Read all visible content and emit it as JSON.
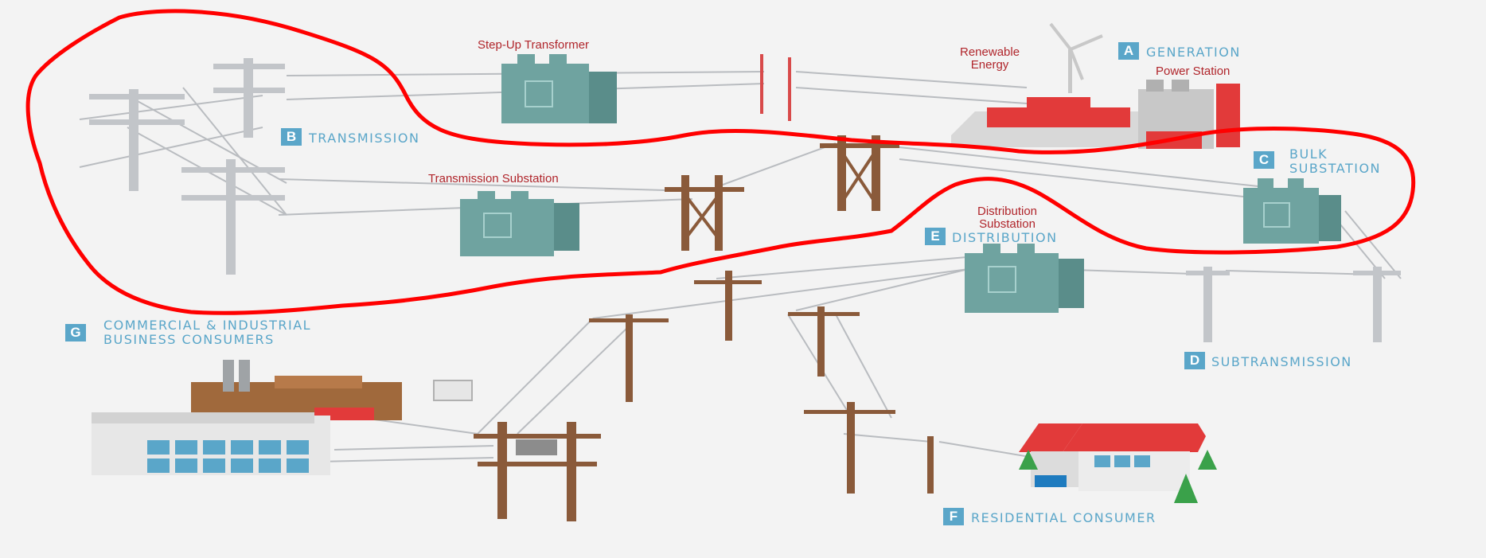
{
  "sections": {
    "a": {
      "letter": "A",
      "label": "GENERATION"
    },
    "b": {
      "letter": "B",
      "label": "TRANSMISSION"
    },
    "c": {
      "letter": "C",
      "label_line1": "BULK",
      "label_line2": "SUBSTATION"
    },
    "d": {
      "letter": "D",
      "label": "SUBTRANSMISSION"
    },
    "e": {
      "letter": "E",
      "label": "DISTRIBUTION"
    },
    "f": {
      "letter": "F",
      "label": "RESIDENTIAL CONSUMER"
    },
    "g": {
      "letter": "G",
      "label_line1": "COMMERCIAL & INDUSTRIAL",
      "label_line2": "BUSINESS CONSUMERS"
    }
  },
  "components": {
    "step_up": "Step-Up Transformer",
    "renewable_line1": "Renewable",
    "renewable_line2": "Energy",
    "power_station": "Power Station",
    "transmission_substation": "Transmission Substation",
    "distribution_line1": "Distribution",
    "distribution_line2": "Substation"
  },
  "colors": {
    "accent_blue": "#5aa6c9",
    "label_red": "#b0252b",
    "annotation_red": "#ff0000",
    "transformer": "#6fa3a0",
    "pole_wood": "#8a5a3a",
    "pylon_grey": "#b9bcc0"
  }
}
